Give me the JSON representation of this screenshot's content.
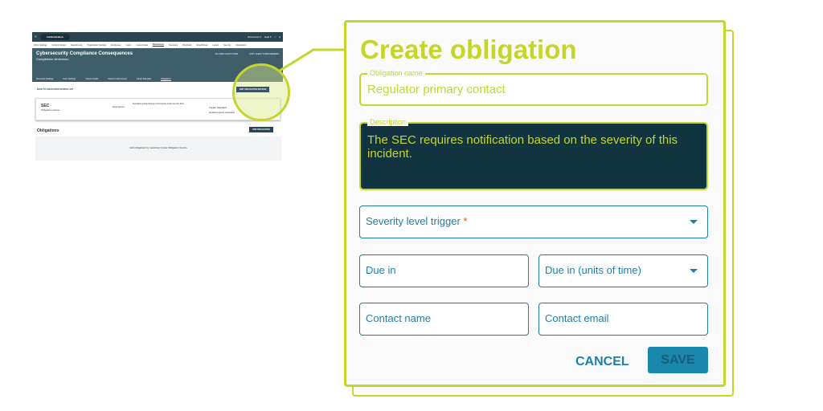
{
  "mini": {
    "app": "Administration",
    "top_right": [
      "Resources ▾",
      "Help ▾"
    ],
    "nav": [
      "Policy Settings",
      "Incident Groups",
      "Departments",
      "Organization Settings",
      "Employees",
      "Users",
      "Custom Data",
      "Dimensions",
      "Scenarios",
      "Playbooks",
      "Email Boxes",
      "Letters",
      "Security",
      "Integrations"
    ],
    "nav_active": 7,
    "title": "Cybersecurity Compliance Consequences",
    "subtitle": "Compliance dimension",
    "hero_actions": [
      "GO VIEW GUEST FORM",
      "COPY GUEST FORM ADDRESS"
    ],
    "tabs": [
      "Dimension Settings",
      "Form Settings",
      "Custom Fields",
      "Custom Field Groups",
      "Impact Standard",
      "Obligations"
    ],
    "tab_active": 5,
    "back": "BACK TO OBLIGATION SOURCE LIST",
    "edit": "EDIT OBLIGATION SOURCE",
    "source_name": "SEC",
    "source_type": "Obligation source",
    "desc_label": "Description",
    "desc_value": "Securities and Exchange Commission Cybersecurity Rule",
    "impact_label": "Impact Standard",
    "impact_value": "Default impact standard",
    "obligations": "Obligations",
    "add": "ADD OBLIGATION",
    "empty": "Add obligations by selecting Create Obligation Source"
  },
  "dialog": {
    "title": "Create obligation",
    "name_label": "Obligation name",
    "name_value": "Regulator primary contact",
    "desc_label": "Description",
    "desc_value": "The SEC requires notification based on the severity of this incident.",
    "severity": "Severity level trigger",
    "required": "*",
    "due_in": "Due in",
    "due_units": "Due in (units of time)",
    "contact_name": "Contact name",
    "contact_email": "Contact email",
    "cancel": "CANCEL",
    "save": "SAVE"
  },
  "colors": {
    "accent": "#c4d62c",
    "blue": "#1f7ea6",
    "dark": "#123440"
  }
}
